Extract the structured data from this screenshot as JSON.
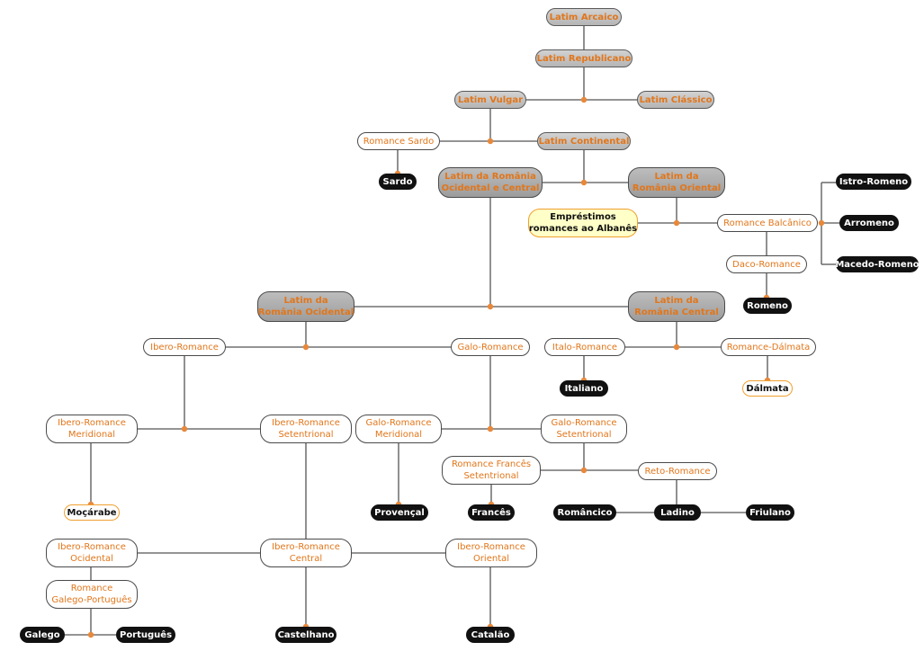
{
  "nodes": {
    "latim_arcaico": "Latim Arcaico",
    "latim_republicano": "Latim Republicano",
    "latim_vulgar": "Latim Vulgar",
    "latim_classico": "Latim Clássico",
    "romance_sardo": "Romance Sardo",
    "latim_continental": "Latim Continental",
    "sardo": "Sardo",
    "latim_romania_ocid_central": [
      "Latim da România",
      "Ocidental e Central"
    ],
    "latim_romania_oriental": [
      "Latim da",
      "România Oriental"
    ],
    "istro_romeno": "Istro-Romeno",
    "emprestimos": [
      "Empréstimos",
      "romances ao Albanês"
    ],
    "romance_balcanico": "Romance Balcânico",
    "arromeno": "Arromeno",
    "daco_romance": "Daco-Romance",
    "macedo_romeno": "Macedo-Romeno",
    "latim_romania_ocidental": [
      "Latim da",
      "România Ocidental"
    ],
    "latim_romania_central": [
      "Latim da",
      "România Central"
    ],
    "romeno": "Romeno",
    "ibero_romance": "Ibero-Romance",
    "galo_romance": "Galo-Romance",
    "italo_romance": "Italo-Romance",
    "romance_dalmata": "Romance-Dálmata",
    "italiano": "Italiano",
    "dalmata": "Dálmata",
    "ibero_romance_meridional": [
      "Ibero-Romance",
      "Meridional"
    ],
    "ibero_romance_setentrional": [
      "Ibero-Romance",
      "Setentrional"
    ],
    "galo_romance_meridional": [
      "Galo-Romance",
      "Meridional"
    ],
    "galo_romance_setentrional": [
      "Galo-Romance",
      "Setentrional"
    ],
    "romance_frances_setentrional": [
      "Romance Francês",
      "Setentrional"
    ],
    "reto_romance": "Reto-Romance",
    "mocarabe": "Moçárabe",
    "provencal": "Provençal",
    "frances": "Francês",
    "romancico": "Româncico",
    "ladino": "Ladino",
    "friulano": "Friulano",
    "ibero_romance_ocidental": [
      "Ibero-Romance",
      "Ocidental"
    ],
    "ibero_romance_central": [
      "Ibero-Romance",
      "Central"
    ],
    "ibero_romance_oriental": [
      "Ibero-Romance",
      "Oriental"
    ],
    "romance_galego_portugues": [
      "Romance",
      "Galego-Português"
    ],
    "galego": "Galego",
    "portugues": "Português",
    "castelhano": "Castelhano",
    "catalao": "Catalão"
  },
  "colors": {
    "accent_text": "#e2761a",
    "junction_dot": "#e8883a",
    "line": "#555555",
    "leaf_fill": "#111111",
    "highlight_fill": "#ffffc8"
  }
}
